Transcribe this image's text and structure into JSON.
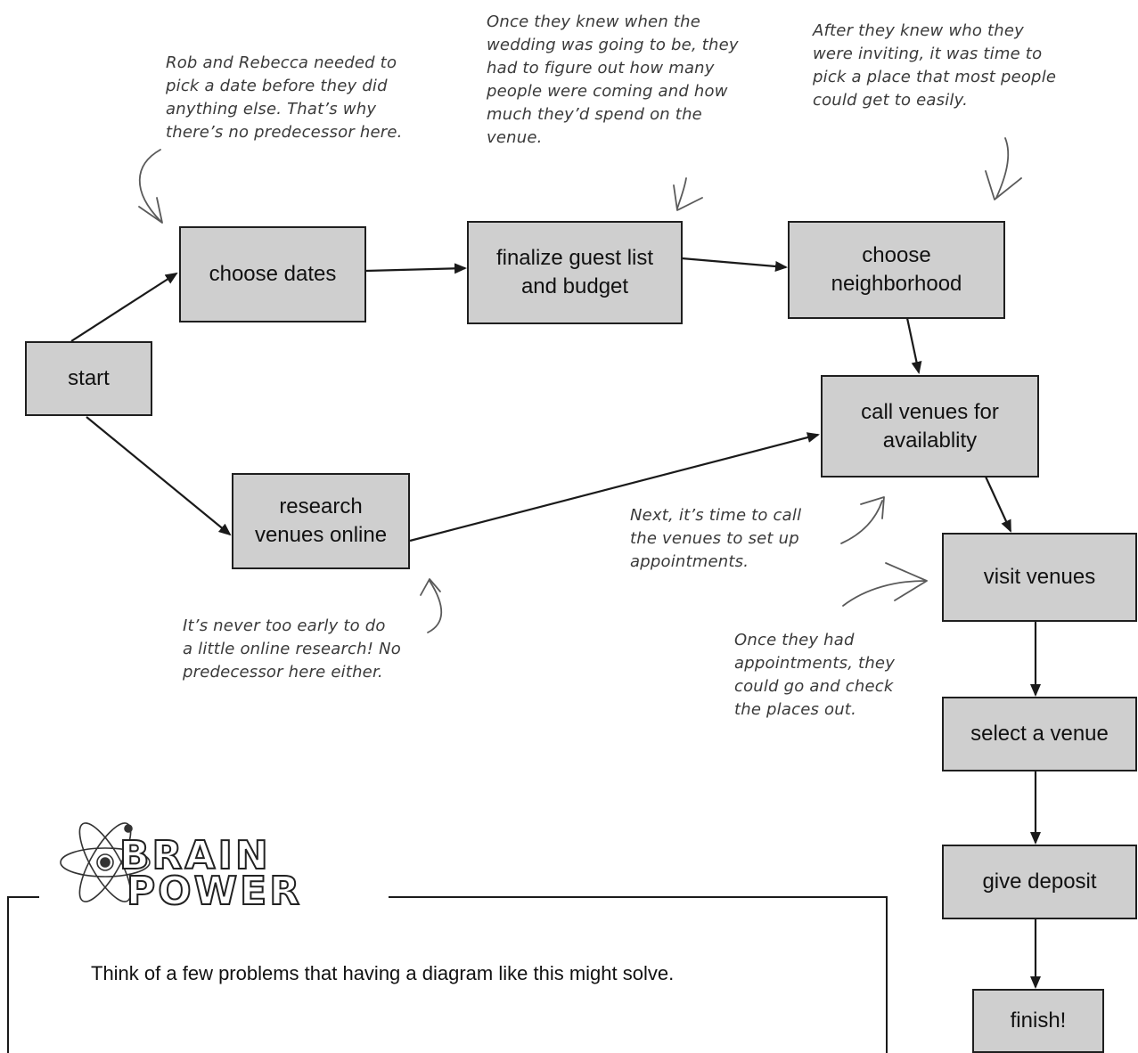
{
  "nodes": {
    "start": "start",
    "choose_dates": "choose dates",
    "finalize": "finalize guest list\nand budget",
    "neighborhood": "choose\nneighborhood",
    "call_venues": "call venues for\navailablity",
    "research": "research\nvenues online",
    "visit": "visit venues",
    "select": "select a venue",
    "deposit": "give deposit",
    "finish": "finish!"
  },
  "notes": {
    "dates": "Rob and Rebecca needed to\npick a date before they did\nanything else. That’s why\nthere’s no predecessor here.",
    "guests": "Once they knew when the\nwedding was going to be, they\nhad to figure out how many\npeople were coming and how\nmuch they’d spend on the\nvenue.",
    "place": "After they knew who they\nwere inviting, it was time to\npick a place that most people\ncould get to easily.",
    "research": "It’s never too early to do\na little online research! No\npredecessor here either.",
    "call": "Next, it’s time to call\nthe venues to set up\nappointments.",
    "visit": "Once they had\nappointments, they\ncould go and check\nthe places out."
  },
  "brain_power": {
    "title_line1": "BRAIN",
    "title_line2": "POWER",
    "question": "Think of a few problems that having a diagram like this might solve."
  },
  "colors": {
    "box_fill": "#cfcfcf",
    "box_border": "#1f1f1f",
    "note_text": "#3a3a3a"
  }
}
